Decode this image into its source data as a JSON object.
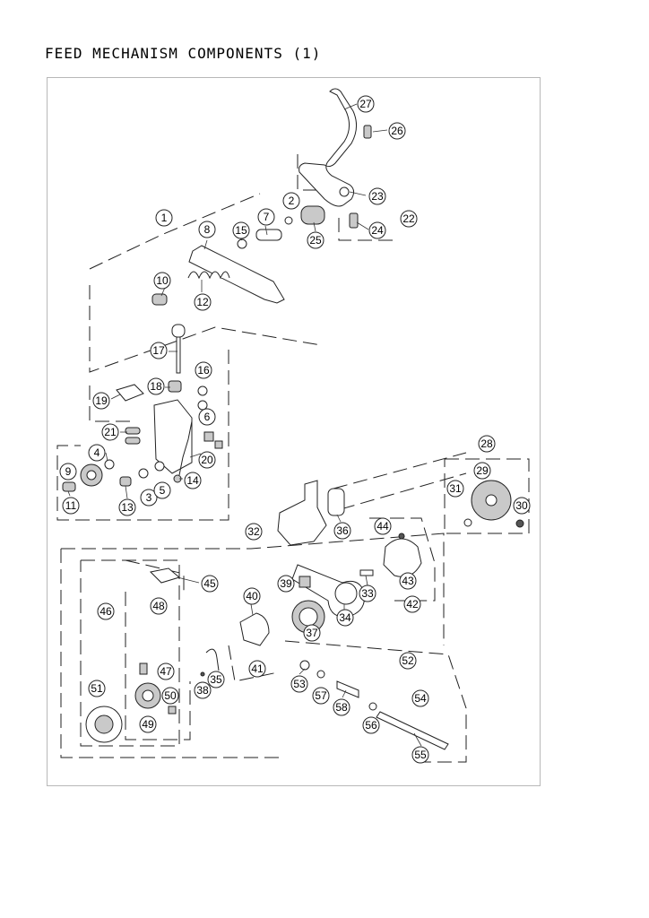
{
  "title": "FEED MECHANISM COMPONENTS (1)",
  "callouts": {
    "c1": "1",
    "c2": "2",
    "c3": "3",
    "c4": "4",
    "c5": "5",
    "c6": "6",
    "c7": "7",
    "c8": "8",
    "c9": "9",
    "c10": "10",
    "c11": "11",
    "c12": "12",
    "c13": "13",
    "c14": "14",
    "c15": "15",
    "c16": "16",
    "c17": "17",
    "c18": "18",
    "c19": "19",
    "c20": "20",
    "c21": "21",
    "c22": "22",
    "c23": "23",
    "c24": "24",
    "c25": "25",
    "c26": "26",
    "c27": "27",
    "c28": "28",
    "c29": "29",
    "c30": "30",
    "c31": "31",
    "c32": "32",
    "c33": "33",
    "c34": "34",
    "c35": "35",
    "c36": "36",
    "c37": "37",
    "c38": "38",
    "c39": "39",
    "c40": "40",
    "c41": "41",
    "c42": "42",
    "c43": "43",
    "c44": "44",
    "c45": "45",
    "c46": "46",
    "c47": "47",
    "c48": "48",
    "c49": "49",
    "c50": "50",
    "c51": "51",
    "c52": "52",
    "c53": "53",
    "c54": "54",
    "c55": "55",
    "c56": "56",
    "c57": "57",
    "c58": "58"
  }
}
